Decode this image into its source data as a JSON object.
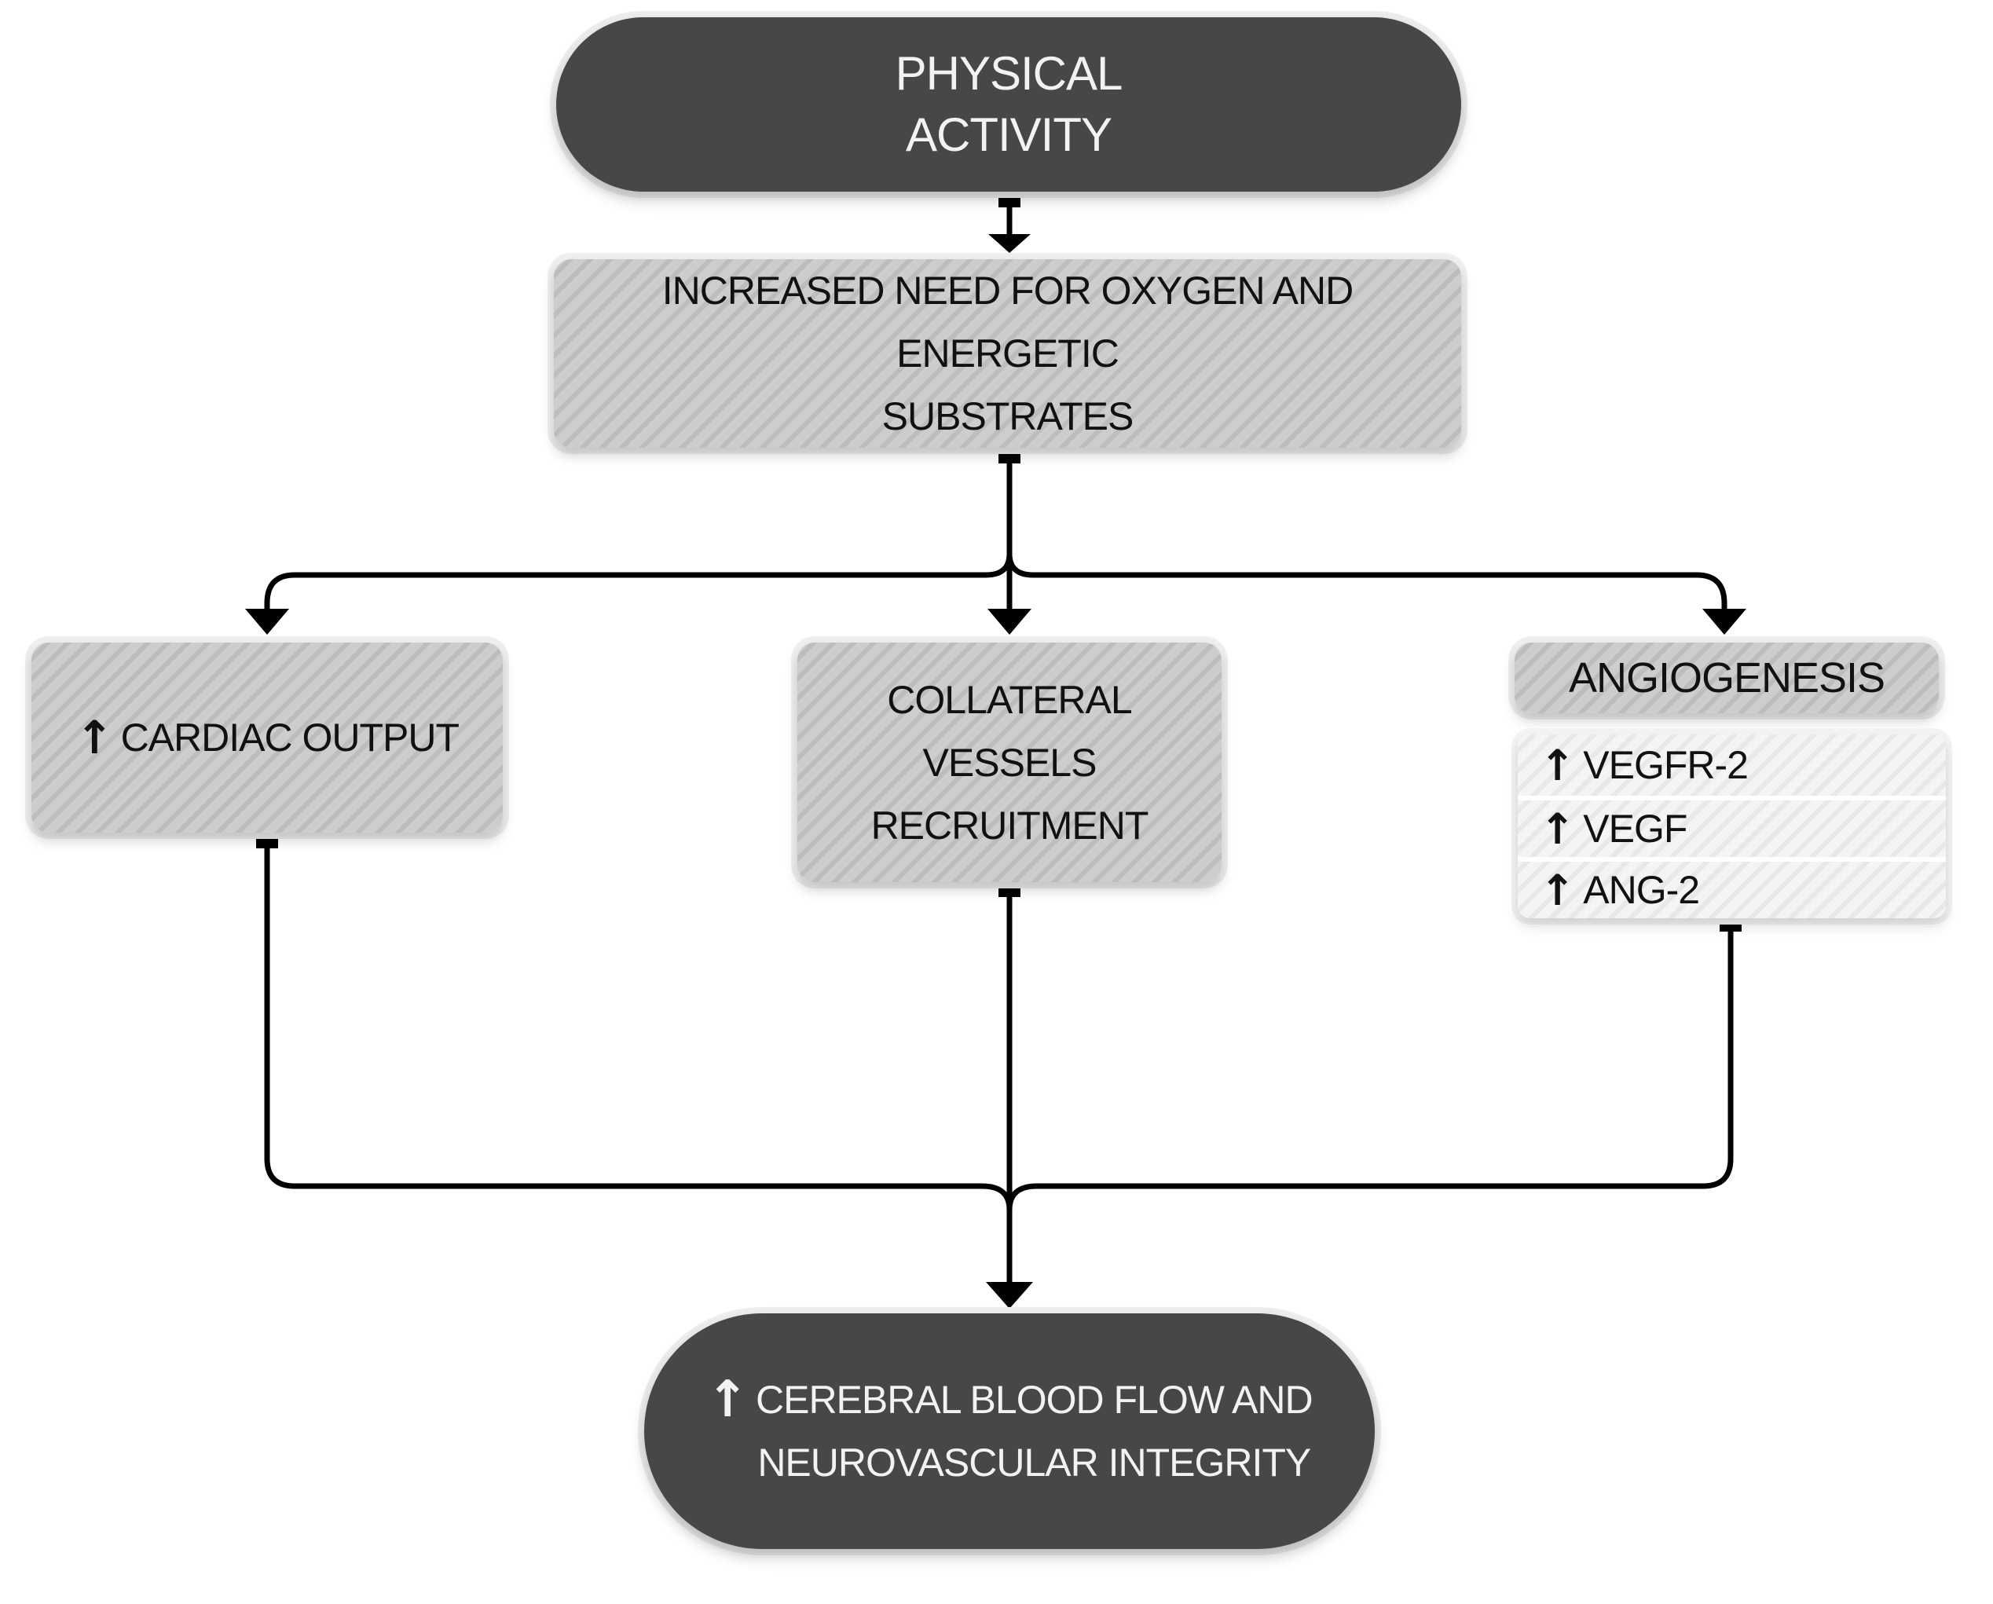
{
  "diagram": {
    "top": {
      "line1": "PHYSICAL",
      "line2": "ACTIVITY"
    },
    "need": {
      "line1": "INCREASED NEED FOR OXYGEN AND ENERGETIC",
      "line2": "SUBSTRATES"
    },
    "cardiac": {
      "arrow": "↑",
      "label": "CARDIAC OUTPUT"
    },
    "collateral": {
      "line1": "COLLATERAL",
      "line2": "VESSELS",
      "line3": "RECRUITMENT"
    },
    "angiogenesis": {
      "title": "ANGIOGENESIS",
      "items": [
        {
          "arrow": "↑",
          "label": "VEGFR-2"
        },
        {
          "arrow": "↑",
          "label": "VEGF"
        },
        {
          "arrow": "↑",
          "label": "ANG-2"
        }
      ]
    },
    "outcome": {
      "arrow": "↑",
      "line1": "CEREBRAL BLOOD FLOW AND",
      "line2": "NEUROVASCULAR INTEGRITY"
    }
  }
}
